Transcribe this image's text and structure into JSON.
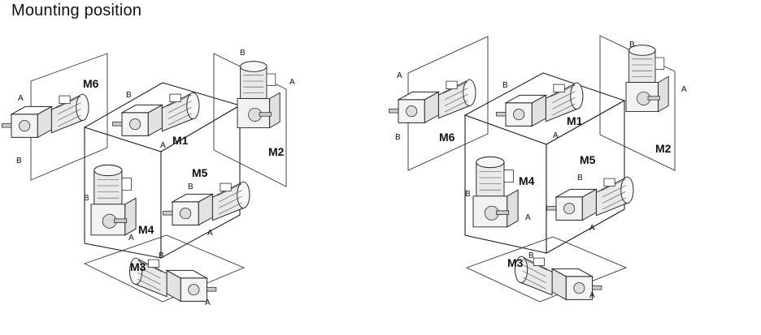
{
  "page": {
    "title": "Mounting position"
  },
  "diagrams": [
    {
      "name": "left",
      "positions": [
        {
          "id": "M1",
          "a": "A",
          "b": "B"
        },
        {
          "id": "M2",
          "a": "A",
          "b": "B"
        },
        {
          "id": "M3",
          "a": "A",
          "b": "B"
        },
        {
          "id": "M4",
          "a": "A",
          "b": "B"
        },
        {
          "id": "M5",
          "a": "A",
          "b": "B"
        },
        {
          "id": "M6",
          "a": "A",
          "b": "B"
        }
      ]
    },
    {
      "name": "right",
      "positions": [
        {
          "id": "M1",
          "a": "A",
          "b": "B"
        },
        {
          "id": "M2",
          "a": "A",
          "b": "B"
        },
        {
          "id": "M3",
          "a": "A",
          "b": "B"
        },
        {
          "id": "M4",
          "a": "A",
          "b": "B"
        },
        {
          "id": "M5",
          "a": "A",
          "b": "B"
        },
        {
          "id": "M6",
          "a": "A",
          "b": "B"
        }
      ]
    }
  ]
}
